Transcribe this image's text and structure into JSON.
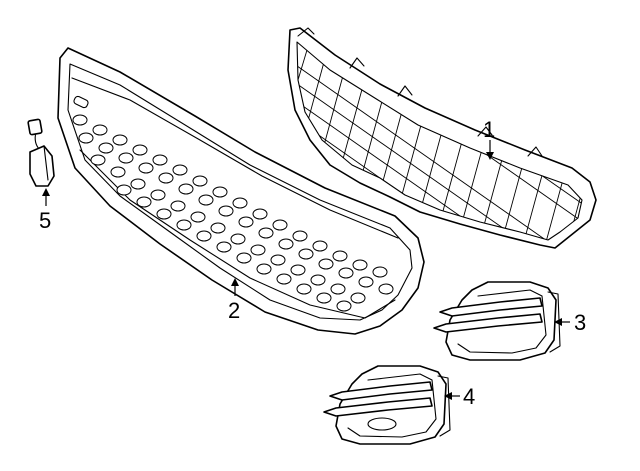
{
  "callouts": {
    "part1": "1",
    "part2": "2",
    "part3": "3",
    "part4": "4",
    "part5": "5"
  },
  "colors": {
    "line": "#000000",
    "background": "#ffffff"
  }
}
